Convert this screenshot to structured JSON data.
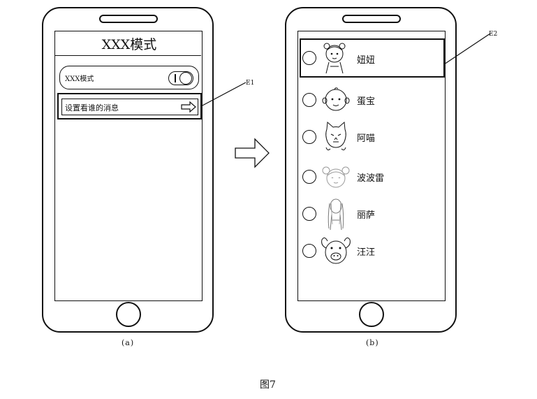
{
  "phone_a": {
    "title": "XXX模式",
    "toggle_label": "XXX模式",
    "toggle_state": "on",
    "setting_label": "设置看谁的消息",
    "caption": "(a)"
  },
  "callout_e1": "E1",
  "phone_b": {
    "contacts": [
      {
        "name": "妞妞",
        "avatar": "girl-icon",
        "selected": false
      },
      {
        "name": "蛋宝",
        "avatar": "baby-icon",
        "selected": false
      },
      {
        "name": "阿喵",
        "avatar": "cat-icon",
        "selected": false
      },
      {
        "name": "波波雷",
        "avatar": "girl-buns-icon",
        "selected": false
      },
      {
        "name": "丽萨",
        "avatar": "woman-icon",
        "selected": false
      },
      {
        "name": "汪汪",
        "avatar": "dog-icon",
        "selected": false
      }
    ],
    "caption": "(b)"
  },
  "callout_e2": "E2",
  "figure_label": "图7"
}
